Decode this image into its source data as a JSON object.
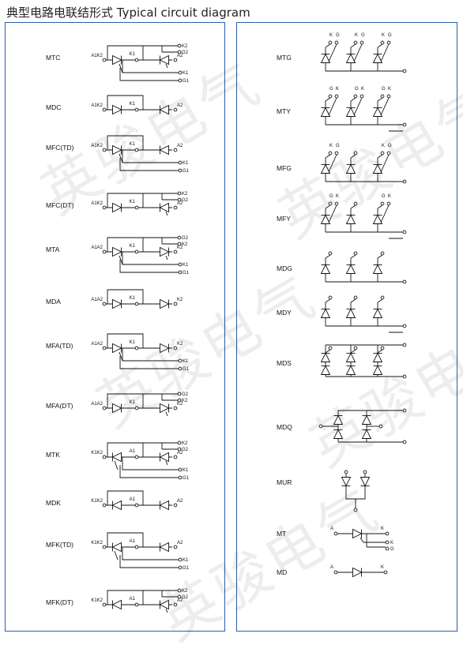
{
  "title": "典型电路电联结形式  Typical circuit diagram",
  "watermark": "英骏电气",
  "colors": {
    "border": "#2b5fa8",
    "line": "#111111",
    "text": "#111111"
  },
  "left_items": [
    {
      "name": "MTC",
      "type": "thy2",
      "terms": {
        "mid": "A1K2",
        "k1": "K1",
        "end": "A2",
        "gk": [
          "K2",
          "G2"
        ],
        "lower": [
          "K1",
          "G1"
        ]
      }
    },
    {
      "name": "MDC",
      "type": "dio2",
      "terms": {
        "mid": "A1K2",
        "k1": "K1",
        "end": "A2"
      }
    },
    {
      "name": "MFC(TD)",
      "type": "thy_d",
      "terms": {
        "mid": "A1K2",
        "k1": "K1",
        "end": "A2",
        "lower": [
          "K1",
          "G1"
        ]
      }
    },
    {
      "name": "MFC(DT)",
      "type": "d_thy",
      "terms": {
        "mid": "A1K2",
        "k1": "K1",
        "end": "A2",
        "gk": [
          "K2",
          "G2"
        ]
      }
    },
    {
      "name": "MTA",
      "type": "thy2",
      "terms": {
        "mid": "A1A2",
        "k1": "K1",
        "end": "K2",
        "gk": [
          "G2",
          "K2"
        ],
        "lower": [
          "K1",
          "G1"
        ]
      }
    },
    {
      "name": "MDA",
      "type": "dio2",
      "terms": {
        "mid": "A1A2",
        "k1": "K1",
        "end": "K2"
      }
    },
    {
      "name": "MFA(TD)",
      "type": "thy_d",
      "terms": {
        "mid": "A1A2",
        "k1": "K1",
        "end": "K2",
        "lower": [
          "K1",
          "G1"
        ]
      }
    },
    {
      "name": "MFA(DT)",
      "type": "d_thy",
      "terms": {
        "mid": "A1A2",
        "k1": "K1",
        "end": "K2",
        "gk": [
          "G2",
          "K2"
        ]
      }
    },
    {
      "name": "MTK",
      "type": "thy2",
      "terms": {
        "mid": "K1K2",
        "k1": "A1",
        "end": "A2",
        "gk": [
          "K2",
          "G2"
        ],
        "lower": [
          "K1",
          "G1"
        ]
      }
    },
    {
      "name": "MDK",
      "type": "dio2",
      "terms": {
        "mid": "K1K2",
        "k1": "A1",
        "end": "A2"
      }
    },
    {
      "name": "MFK(TD)",
      "type": "thy_d",
      "terms": {
        "mid": "K1K2",
        "k1": "A1",
        "end": "A2",
        "lower": [
          "K1",
          "G1"
        ]
      }
    },
    {
      "name": "MFK(DT)",
      "type": "d_thy",
      "terms": {
        "mid": "K1K2",
        "k1": "A1",
        "end": "A2",
        "gk": [
          "K2",
          "G2"
        ]
      }
    }
  ],
  "right_items": [
    {
      "name": "MTG",
      "type": "bridge3",
      "labels": [
        "K",
        "G"
      ]
    },
    {
      "name": "MTY",
      "type": "bridge3y",
      "labels": [
        "G",
        "K"
      ]
    },
    {
      "name": "MFG",
      "type": "bridge3h",
      "labels": [
        "K",
        "G"
      ]
    },
    {
      "name": "MFY",
      "type": "bridge3hy",
      "labels": [
        "G",
        "K"
      ]
    },
    {
      "name": "MDG",
      "type": "dbridge3"
    },
    {
      "name": "MDY",
      "type": "dbridge3y"
    },
    {
      "name": "MDS",
      "type": "dbridge3f"
    },
    {
      "name": "MDQ",
      "type": "dbridge1"
    },
    {
      "name": "MUR",
      "type": "fast2"
    },
    {
      "name": "MT",
      "type": "single_t",
      "labels": [
        "A",
        "K",
        "K",
        "G"
      ]
    },
    {
      "name": "MD",
      "type": "single_d",
      "labels": [
        "A",
        "K"
      ]
    }
  ]
}
